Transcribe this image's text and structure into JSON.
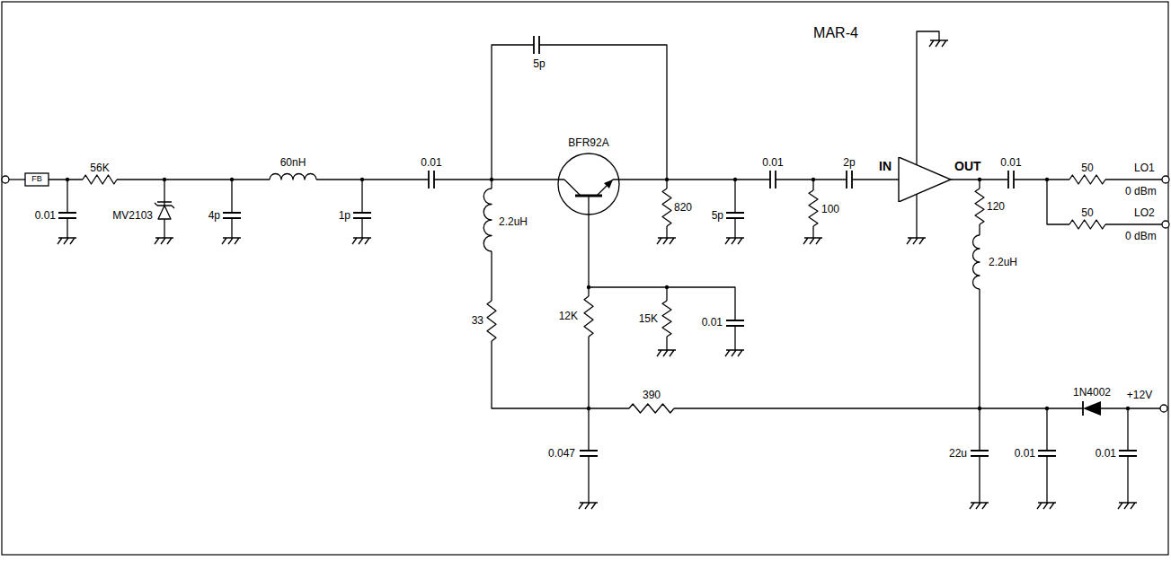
{
  "diagram": {
    "nodes": [
      {
        "text": [
          "IN",
          "OUT"
        ]
      }
    ],
    "labels": [
      "FB",
      "56K",
      "0.01",
      "MV2103",
      "4p",
      "60nH",
      "1p",
      "0.01",
      "5p",
      "BFR92A",
      "2.2uH",
      "820",
      "5p",
      "0.01",
      "100",
      "2p",
      "MAR-4",
      "0.01",
      "50",
      "LO1",
      "0 dBm",
      "120",
      "50",
      "LO2",
      "0 dBm",
      "2.2uH",
      "33",
      "12K",
      "15K",
      "0.01",
      "390",
      "1N4002",
      "+12V",
      "0.047",
      "22u",
      "0.01",
      "0.01"
    ]
  }
}
